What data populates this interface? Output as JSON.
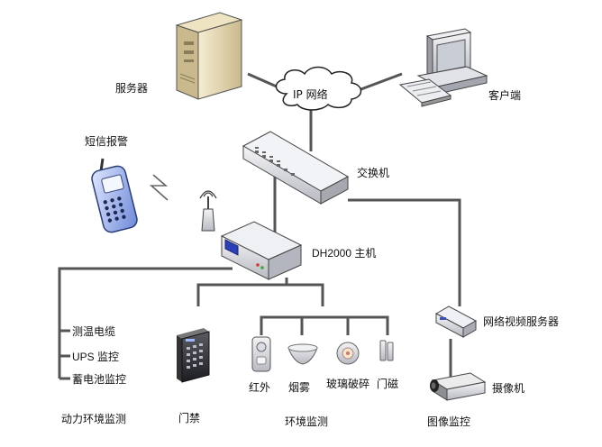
{
  "labels": {
    "server": "服务器",
    "ip_network": "IP 网络",
    "client": "客户端",
    "sms_alarm": "短信报警",
    "switch": "交换机",
    "host": "DH2000 主机",
    "video_server": "网络视频服务器",
    "temp_cable": "测温电缆",
    "ups": "UPS 监控",
    "battery": "蓄电池监控",
    "power_env": "动力环境监测",
    "access_control": "门禁",
    "infrared": "红外",
    "smoke": "烟雾",
    "glass_break": "玻璃破碎",
    "door_magnet": "门磁",
    "env_monitor": "环境监测",
    "camera": "摄像机",
    "image_monitor": "图像监控"
  }
}
